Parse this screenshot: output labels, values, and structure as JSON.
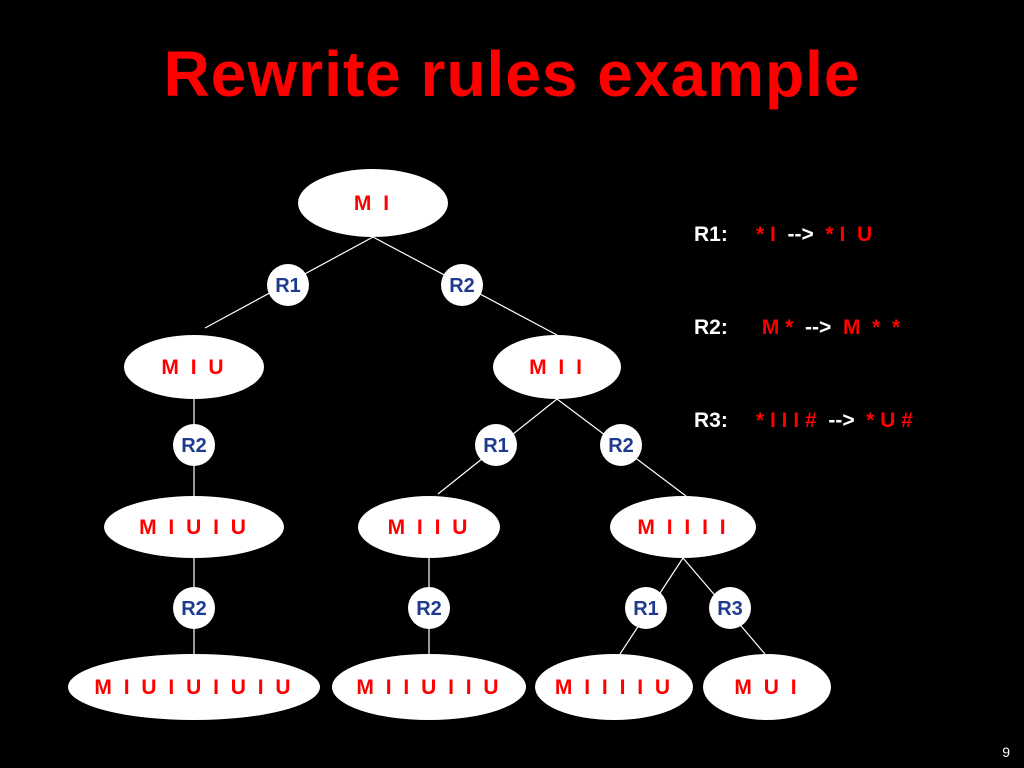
{
  "title": "Rewrite rules example",
  "page_number": "9",
  "rules": [
    {
      "name": "R1:",
      "lhs": "* I",
      "arrow": "-->",
      "rhs": "* I  U"
    },
    {
      "name": "R2:",
      "lhs": " M *",
      "arrow": "-->",
      "rhs": "M  *  *"
    },
    {
      "name": "R3:",
      "lhs": "* I I I #",
      "arrow": "-->",
      "rhs": "* U #"
    }
  ],
  "nodes": [
    {
      "id": "n0",
      "label": "M I"
    },
    {
      "id": "n1",
      "label": "M I U"
    },
    {
      "id": "n2",
      "label": "M I I"
    },
    {
      "id": "n3",
      "label": "M I U I U"
    },
    {
      "id": "n4",
      "label": "M I I U"
    },
    {
      "id": "n5",
      "label": "M I I I I"
    },
    {
      "id": "n6",
      "label": "M I U I U I U I U"
    },
    {
      "id": "n7",
      "label": "M I I U I I U"
    },
    {
      "id": "n8",
      "label": "M I I I I U"
    },
    {
      "id": "n9",
      "label": "M U I"
    }
  ],
  "edges": [
    {
      "from": "n0",
      "to": "n1",
      "rule": "R1"
    },
    {
      "from": "n0",
      "to": "n2",
      "rule": "R2"
    },
    {
      "from": "n1",
      "to": "n3",
      "rule": "R2"
    },
    {
      "from": "n2",
      "to": "n4",
      "rule": "R1"
    },
    {
      "from": "n2",
      "to": "n5",
      "rule": "R2"
    },
    {
      "from": "n3",
      "to": "n6",
      "rule": "R2"
    },
    {
      "from": "n4",
      "to": "n7",
      "rule": "R2"
    },
    {
      "from": "n5",
      "to": "n8",
      "rule": "R1"
    },
    {
      "from": "n5",
      "to": "n9",
      "rule": "R3"
    }
  ],
  "colors": {
    "background": "#000000",
    "title": "#ff0000",
    "node_fill": "#ffffff",
    "node_text": "#ff0000",
    "edge_label_text": "#1f3a8f",
    "edge_line": "#ffffff"
  }
}
